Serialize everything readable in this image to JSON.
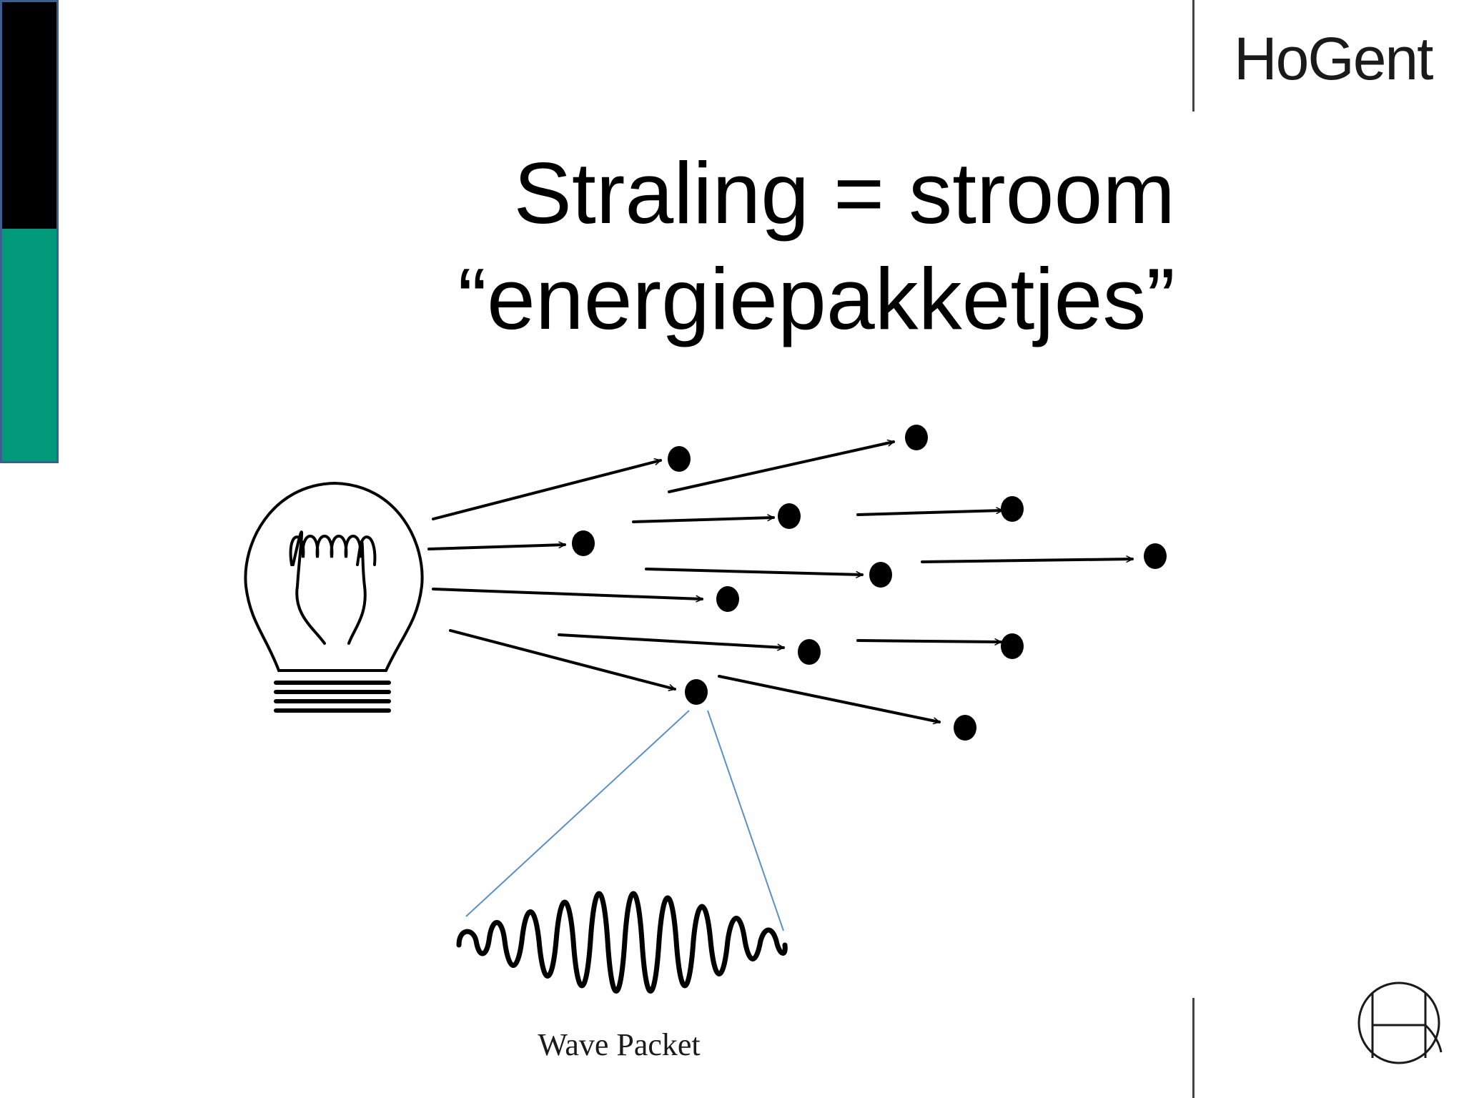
{
  "slide": {
    "title_line_1": "Straling = stroom",
    "title_line_2": "“energiepakketjes”"
  },
  "brand": {
    "logo_text": "HoGent",
    "monogram_icon": "hogent-monogram-icon"
  },
  "diagram": {
    "source_icon": "light-bulb-icon",
    "particle_icon": "photon-dot-icon",
    "arrow_icon": "arrow-right-icon",
    "wave_icon": "wave-packet-icon",
    "wave_label": "Wave Packet"
  },
  "colors": {
    "sidebar_top": "#000000",
    "sidebar_bottom": "#009a7a",
    "sidebar_border": "#3c5f8d",
    "callout_line": "#5b8fc7",
    "ink": "#000000"
  }
}
